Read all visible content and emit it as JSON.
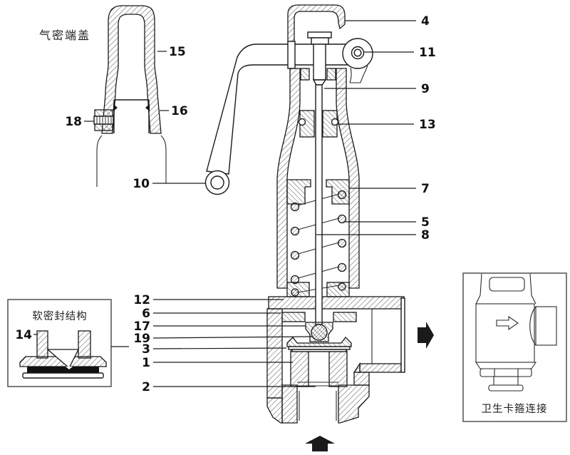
{
  "colors": {
    "line": "#1a1a1a",
    "background": "#ffffff",
    "arrow_fill": "#1a1a1a",
    "seal_fill": "#111111"
  },
  "insets": {
    "cap": {
      "title": "气密端盖",
      "callouts": [
        {
          "label": "15"
        },
        {
          "label": "16"
        },
        {
          "label": "18"
        }
      ]
    },
    "soft_seal": {
      "title": "软密封结构",
      "callouts": [
        {
          "label": "14"
        }
      ]
    },
    "clamp": {
      "title": "卫生卡箍连接"
    }
  },
  "main": {
    "callouts_right": [
      {
        "label": "4"
      },
      {
        "label": "11"
      },
      {
        "label": "9"
      },
      {
        "label": "13"
      },
      {
        "label": "7"
      },
      {
        "label": "5"
      },
      {
        "label": "8"
      }
    ],
    "callouts_left": [
      {
        "label": "10"
      },
      {
        "label": "12"
      },
      {
        "label": "6"
      },
      {
        "label": "17"
      },
      {
        "label": "19"
      },
      {
        "label": "3"
      },
      {
        "label": "1"
      },
      {
        "label": "2"
      }
    ],
    "flow": {
      "inlet_direction": "up",
      "outlet_direction": "right"
    }
  }
}
